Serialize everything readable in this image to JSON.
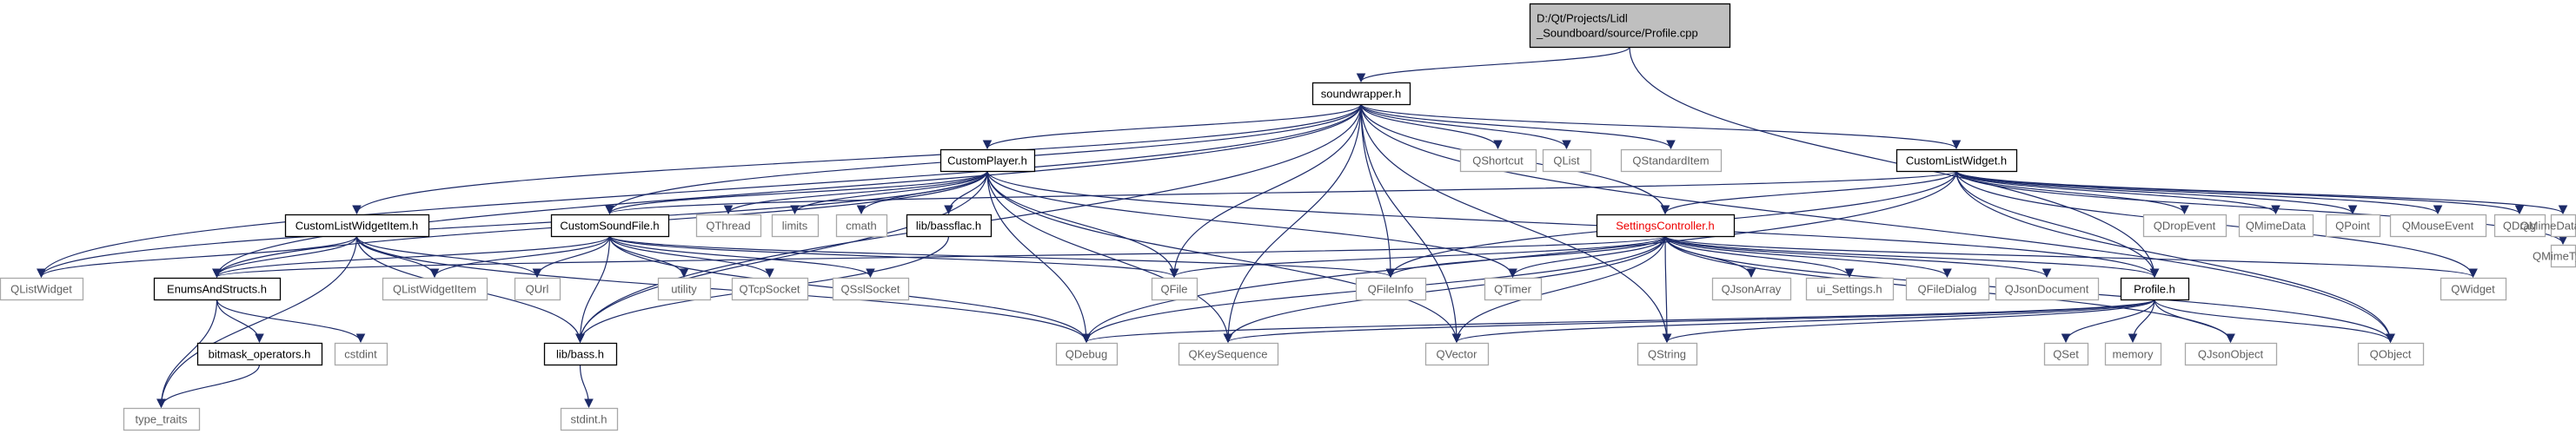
{
  "diagram": {
    "type": "include-dependency-graph",
    "colors": {
      "edge": "#1c2a68",
      "external_border": "#a8a8a8",
      "highlight_text": "#ee0000",
      "root_fill": "#bfbfbf"
    },
    "nodes": [
      {
        "id": "profile_cpp",
        "lines": [
          "D:/Qt/Projects/Lidl",
          "_Soundboard/source/Profile.cpp"
        ],
        "kind": "main"
      },
      {
        "id": "soundwrapper",
        "lines": [
          "soundwrapper.h"
        ],
        "kind": "local"
      },
      {
        "id": "customplayer",
        "lines": [
          "CustomPlayer.h"
        ],
        "kind": "local"
      },
      {
        "id": "customlistwidget",
        "lines": [
          "CustomListWidget.h"
        ],
        "kind": "local"
      },
      {
        "id": "customlistwidgetitem",
        "lines": [
          "CustomListWidgetItem.h"
        ],
        "kind": "local"
      },
      {
        "id": "customsoundfile",
        "lines": [
          "CustomSoundFile.h"
        ],
        "kind": "local"
      },
      {
        "id": "libbassflac",
        "lines": [
          "lib/bassflac.h"
        ],
        "kind": "local"
      },
      {
        "id": "settingscontroller",
        "lines": [
          "SettingsController.h"
        ],
        "kind": "highlight"
      },
      {
        "id": "enumsandstructs",
        "lines": [
          "EnumsAndStructs.h"
        ],
        "kind": "local"
      },
      {
        "id": "bitmask",
        "lines": [
          "bitmask_operators.h"
        ],
        "kind": "local"
      },
      {
        "id": "libbass",
        "lines": [
          "lib/bass.h"
        ],
        "kind": "local"
      },
      {
        "id": "profile_h",
        "lines": [
          "Profile.h"
        ],
        "kind": "local"
      },
      {
        "id": "qshortcut",
        "lines": [
          "QShortcut"
        ],
        "kind": "ext"
      },
      {
        "id": "qlist",
        "lines": [
          "QList"
        ],
        "kind": "ext"
      },
      {
        "id": "qstandarditem",
        "lines": [
          "QStandardItem"
        ],
        "kind": "ext"
      },
      {
        "id": "qthread",
        "lines": [
          "QThread"
        ],
        "kind": "ext"
      },
      {
        "id": "limits",
        "lines": [
          "limits"
        ],
        "kind": "ext"
      },
      {
        "id": "cmath",
        "lines": [
          "cmath"
        ],
        "kind": "ext"
      },
      {
        "id": "qdropevent",
        "lines": [
          "QDropEvent"
        ],
        "kind": "ext"
      },
      {
        "id": "qmimedata",
        "lines": [
          "QMimeData"
        ],
        "kind": "ext"
      },
      {
        "id": "qpoint",
        "lines": [
          "QPoint"
        ],
        "kind": "ext"
      },
      {
        "id": "qmouseevent",
        "lines": [
          "QMouseEvent"
        ],
        "kind": "ext"
      },
      {
        "id": "qdrag",
        "lines": [
          "QDrag"
        ],
        "kind": "ext"
      },
      {
        "id": "qmimedatabase",
        "lines": [
          "QMimeDataBase"
        ],
        "kind": "ext"
      },
      {
        "id": "qmimetype",
        "lines": [
          "QMimeType"
        ],
        "kind": "ext"
      },
      {
        "id": "qlistwidget",
        "lines": [
          "QListWidget"
        ],
        "kind": "ext"
      },
      {
        "id": "qlistwidgetitem",
        "lines": [
          "QListWidgetItem"
        ],
        "kind": "ext"
      },
      {
        "id": "qurl",
        "lines": [
          "QUrl"
        ],
        "kind": "ext"
      },
      {
        "id": "utility",
        "lines": [
          "utility"
        ],
        "kind": "ext"
      },
      {
        "id": "qtcpsocket",
        "lines": [
          "QTcpSocket"
        ],
        "kind": "ext"
      },
      {
        "id": "qsslsocket",
        "lines": [
          "QSslSocket"
        ],
        "kind": "ext"
      },
      {
        "id": "qfile",
        "lines": [
          "QFile"
        ],
        "kind": "ext"
      },
      {
        "id": "qfileinfo",
        "lines": [
          "QFileInfo"
        ],
        "kind": "ext"
      },
      {
        "id": "qtimer",
        "lines": [
          "QTimer"
        ],
        "kind": "ext"
      },
      {
        "id": "qjsonarray",
        "lines": [
          "QJsonArray"
        ],
        "kind": "ext"
      },
      {
        "id": "uisettings",
        "lines": [
          "ui_Settings.h"
        ],
        "kind": "ext"
      },
      {
        "id": "qfiledialog",
        "lines": [
          "QFileDialog"
        ],
        "kind": "ext"
      },
      {
        "id": "qjsondocument",
        "lines": [
          "QJsonDocument"
        ],
        "kind": "ext"
      },
      {
        "id": "qwidget",
        "lines": [
          "QWidget"
        ],
        "kind": "ext"
      },
      {
        "id": "cstdint",
        "lines": [
          "cstdint"
        ],
        "kind": "ext"
      },
      {
        "id": "qdebug",
        "lines": [
          "QDebug"
        ],
        "kind": "ext"
      },
      {
        "id": "qkeysequence",
        "lines": [
          "QKeySequence"
        ],
        "kind": "ext"
      },
      {
        "id": "qvector",
        "lines": [
          "QVector"
        ],
        "kind": "ext"
      },
      {
        "id": "qstring",
        "lines": [
          "QString"
        ],
        "kind": "ext"
      },
      {
        "id": "qset",
        "lines": [
          "QSet"
        ],
        "kind": "ext"
      },
      {
        "id": "memory",
        "lines": [
          "memory"
        ],
        "kind": "ext"
      },
      {
        "id": "qjsonobject",
        "lines": [
          "QJsonObject"
        ],
        "kind": "ext"
      },
      {
        "id": "qobject",
        "lines": [
          "QObject"
        ],
        "kind": "ext"
      },
      {
        "id": "typetraits",
        "lines": [
          "type_traits"
        ],
        "kind": "ext"
      },
      {
        "id": "stdinth",
        "lines": [
          "stdint.h"
        ],
        "kind": "ext"
      }
    ],
    "edges": [
      [
        "profile_cpp",
        "soundwrapper"
      ],
      [
        "profile_cpp",
        "profile_h"
      ],
      [
        "soundwrapper",
        "customplayer"
      ],
      [
        "soundwrapper",
        "customlistwidget"
      ],
      [
        "soundwrapper",
        "customlistwidgetitem"
      ],
      [
        "soundwrapper",
        "customsoundfile"
      ],
      [
        "soundwrapper",
        "settingscontroller"
      ],
      [
        "soundwrapper",
        "enumsandstructs"
      ],
      [
        "soundwrapper",
        "libbass"
      ],
      [
        "soundwrapper",
        "qshortcut"
      ],
      [
        "soundwrapper",
        "qlist"
      ],
      [
        "soundwrapper",
        "qstandarditem"
      ],
      [
        "soundwrapper",
        "qlistwidget"
      ],
      [
        "soundwrapper",
        "qfile"
      ],
      [
        "soundwrapper",
        "qfileinfo"
      ],
      [
        "soundwrapper",
        "qkeysequence"
      ],
      [
        "soundwrapper",
        "qvector"
      ],
      [
        "soundwrapper",
        "qstring"
      ],
      [
        "soundwrapper",
        "qobject"
      ],
      [
        "customplayer",
        "customsoundfile"
      ],
      [
        "customplayer",
        "libbassflac"
      ],
      [
        "customplayer",
        "libbass"
      ],
      [
        "customplayer",
        "enumsandstructs"
      ],
      [
        "customplayer",
        "qthread"
      ],
      [
        "customplayer",
        "limits"
      ],
      [
        "customplayer",
        "cmath"
      ],
      [
        "customplayer",
        "qfile"
      ],
      [
        "customplayer",
        "qtimer"
      ],
      [
        "customplayer",
        "qdebug"
      ],
      [
        "customplayer",
        "qkeysequence"
      ],
      [
        "customplayer",
        "qvector"
      ],
      [
        "customplayer",
        "qlistwidget"
      ],
      [
        "customplayer",
        "profile_h"
      ],
      [
        "customlistwidget",
        "settingscontroller"
      ],
      [
        "customlistwidget",
        "customsoundfile"
      ],
      [
        "customlistwidget",
        "qdropevent"
      ],
      [
        "customlistwidget",
        "qmimedata"
      ],
      [
        "customlistwidget",
        "qpoint"
      ],
      [
        "customlistwidget",
        "qmouseevent"
      ],
      [
        "customlistwidget",
        "qdrag"
      ],
      [
        "customlistwidget",
        "qmimedatabase"
      ],
      [
        "customlistwidget",
        "qmimetype"
      ],
      [
        "customlistwidget",
        "qfileinfo"
      ],
      [
        "customlistwidget",
        "qdebug"
      ],
      [
        "customlistwidget",
        "profile_h"
      ],
      [
        "customlistwidget",
        "qwidget"
      ],
      [
        "customlistwidget",
        "qobject"
      ],
      [
        "customlistwidgetitem",
        "enumsandstructs"
      ],
      [
        "customlistwidgetitem",
        "libbass"
      ],
      [
        "customlistwidgetitem",
        "qlistwidget"
      ],
      [
        "customlistwidgetitem",
        "qlistwidgetitem"
      ],
      [
        "customlistwidgetitem",
        "qurl"
      ],
      [
        "customlistwidgetitem",
        "qdebug"
      ],
      [
        "customlistwidgetitem",
        "typetraits"
      ],
      [
        "customsoundfile",
        "enumsandstructs"
      ],
      [
        "customsoundfile",
        "libbass"
      ],
      [
        "customsoundfile",
        "qurl"
      ],
      [
        "customsoundfile",
        "qlistwidgetitem"
      ],
      [
        "customsoundfile",
        "utility"
      ],
      [
        "customsoundfile",
        "qtcpsocket"
      ],
      [
        "customsoundfile",
        "qsslsocket"
      ],
      [
        "customsoundfile",
        "qfile"
      ],
      [
        "customsoundfile",
        "qfileinfo"
      ],
      [
        "customsoundfile",
        "qdebug"
      ],
      [
        "libbassflac",
        "libbass"
      ],
      [
        "settingscontroller",
        "enumsandstructs"
      ],
      [
        "settingscontroller",
        "qfile"
      ],
      [
        "settingscontroller",
        "qfileinfo"
      ],
      [
        "settingscontroller",
        "qtimer"
      ],
      [
        "settingscontroller",
        "qjsonarray"
      ],
      [
        "settingscontroller",
        "uisettings"
      ],
      [
        "settingscontroller",
        "qfiledialog"
      ],
      [
        "settingscontroller",
        "qjsondocument"
      ],
      [
        "settingscontroller",
        "profile_h"
      ],
      [
        "settingscontroller",
        "qwidget"
      ],
      [
        "settingscontroller",
        "qobject"
      ],
      [
        "settingscontroller",
        "qjsonobject"
      ],
      [
        "settingscontroller",
        "qdebug"
      ],
      [
        "settingscontroller",
        "qkeysequence"
      ],
      [
        "settingscontroller",
        "qvector"
      ],
      [
        "settingscontroller",
        "qstring"
      ],
      [
        "enumsandstructs",
        "bitmask"
      ],
      [
        "enumsandstructs",
        "cstdint"
      ],
      [
        "enumsandstructs",
        "typetraits"
      ],
      [
        "bitmask",
        "typetraits"
      ],
      [
        "libbass",
        "stdinth"
      ],
      [
        "profile_h",
        "qdebug"
      ],
      [
        "profile_h",
        "qkeysequence"
      ],
      [
        "profile_h",
        "qvector"
      ],
      [
        "profile_h",
        "qstring"
      ],
      [
        "profile_h",
        "qset"
      ],
      [
        "profile_h",
        "memory"
      ],
      [
        "profile_h",
        "qjsonobject"
      ],
      [
        "profile_h",
        "qobject"
      ]
    ]
  }
}
